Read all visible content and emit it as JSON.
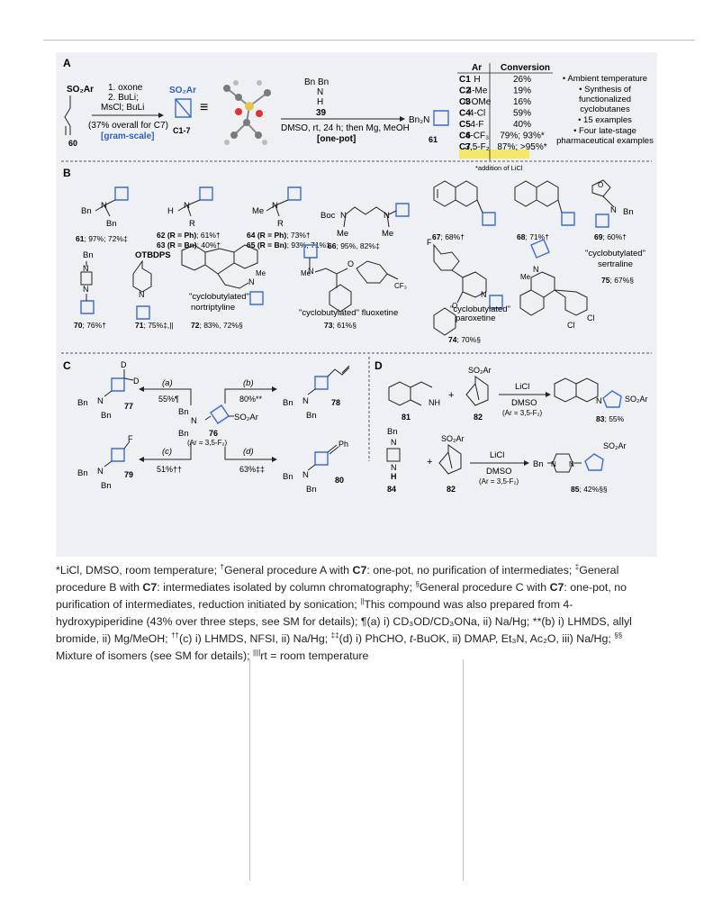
{
  "panelA": {
    "label": "A",
    "sm_text": "SO₂Ar",
    "sm_label": "60",
    "steps": [
      "1. oxone",
      "2. BuLi;",
      "MsCl; BuLi"
    ],
    "yield_note": "(37% overall for C7)",
    "gram_scale": "[gram-scale]",
    "bcb_text": "SO₂Ar",
    "bcb_label": "C1-7",
    "equiv": "≡",
    "amine_top": "Bn   Bn",
    "amine_n": "N",
    "amine_h": "H",
    "amine_label": "39",
    "cond": "DMSO, rt, 24 h; then Mg, MeOH",
    "one_pot": "[one-pot]",
    "prod_text": "Bn₂N",
    "prod_label": "61",
    "table_header": {
      "ar": "Ar",
      "conv": "Conversion"
    },
    "table_rows": [
      {
        "c": "C1",
        "ar": "H",
        "conv": "26%"
      },
      {
        "c": "C2",
        "ar": "4-Me",
        "conv": "19%"
      },
      {
        "c": "C3",
        "ar": "4-OMe",
        "conv": "16%"
      },
      {
        "c": "C4",
        "ar": "4-Cl",
        "conv": "59%"
      },
      {
        "c": "C5",
        "ar": "4-F",
        "conv": "40%"
      },
      {
        "c": "C6",
        "ar": "4-CF₃",
        "conv": "79%; 93%*"
      },
      {
        "c": "C7",
        "ar": "3,5-F₂",
        "conv": "87%; >95%*"
      }
    ],
    "table_note": "*addition of LiCl",
    "bullets": [
      "• Ambient temperature",
      "• Synthesis of",
      "functionalized",
      "cyclobutanes",
      "• 15 examples",
      "• Four late-stage",
      "pharmaceutical examples"
    ]
  },
  "panelB": {
    "label": "B",
    "row1": [
      {
        "txt1": "Bn",
        "txt2": "Bn",
        "cap_num": "61",
        "cap": "; 97%; 72%‡"
      },
      {
        "txt1": "H",
        "txt2": "R",
        "cap_num": "62 (R = Ph)",
        "cap": "; 61%†",
        "cap2_num": "63 (R = Bn)",
        "cap2": "; 40%†"
      },
      {
        "txt1": "Me",
        "txt2": "R",
        "cap_num": "64 (R = Ph)",
        "cap": "; 73%†",
        "cap2_num": "65 (R = Bn)",
        "cap2": "; 93%, 71%‡"
      },
      {
        "txt1": "Boc",
        "txt2": "Me",
        "txt3": "Me",
        "cap_num": "66",
        "cap": "; 95%, 82%‡"
      },
      {
        "cap_num": "67",
        "cap": "; 68%†"
      },
      {
        "cap_num": "68",
        "cap": "; 71%†"
      },
      {
        "txt1": "O",
        "txt2": "Bn",
        "cap_num": "69",
        "cap": "; 60%†"
      }
    ],
    "row2": [
      {
        "txt1": "Bn",
        "cap_num": "70",
        "cap": "; 76%†"
      },
      {
        "txt1": "OTBDPS",
        "cap_num": "71",
        "cap": "; 75%‡,||"
      },
      {
        "name": "\"cyclobutylated\"",
        "name2": "nortriptyline",
        "me": "Me",
        "cap_num": "72",
        "cap": "; 83%, 72%§"
      },
      {
        "name": "\"cyclobutylated\" fluoxetine",
        "me": "Me",
        "cf3": "CF₃",
        "o": "O",
        "cap_num": "73",
        "cap": "; 61%§"
      },
      {
        "name": "\"cyclobutylated\"",
        "name2": "paroxetine",
        "f": "F",
        "o": "O",
        "cap_num": "74",
        "cap": "; 70%§"
      },
      {
        "name": "\"cyclobutylated\"",
        "name2": "sertraline",
        "me": "Me",
        "cl1": "Cl",
        "cl2": "Cl",
        "cap_num": "75",
        "cap": "; 67%§"
      }
    ]
  },
  "panelC": {
    "label": "C",
    "center_n": "N",
    "center_bn1": "Bn",
    "center_bn2": "Bn",
    "center_label": "76",
    "center_ar": "(Ar = 3,5-F₂)",
    "center_so2ar": "SO₂Ar",
    "a": "(a)",
    "a_yield": "55%¶",
    "b": "(b)",
    "b_yield": "80%**",
    "c": "(c)",
    "c_yield": "51%††",
    "d": "(d)",
    "d_yield": "63%‡‡",
    "p77": "77",
    "p78": "78",
    "p79": "79",
    "p80": "80",
    "d_text": "D",
    "f_text": "F",
    "ph_text": "Ph"
  },
  "panelD": {
    "label": "D",
    "r81": "81",
    "nh": "NH",
    "plus": "+",
    "r82": "82",
    "so2ar": "SO₂Ar",
    "licl": "LiCl",
    "dmso": "DMSO",
    "ar_note": "(Ar = 3,5-F₂)",
    "p83": "83",
    "p83_yield": "; 55%",
    "r84": "84",
    "bn": "Bn",
    "n": "N",
    "h": "H",
    "p85": "85",
    "p85_yield": "; 42%§§"
  },
  "caption": {
    "p1": "*LiCl, DMSO, room temperature; ",
    "p2": "General procedure A with ",
    "c7": "C7",
    "p3": ": one-pot, no purification of intermediates; ",
    "p4": "General procedure B with ",
    "p5": ": intermediates isolated by column chromatography; ",
    "p6": "General procedure C with ",
    "p7": ": one-pot, no purification of intermediates, reduction initiated by sonication; ",
    "p8": "This compound was also prepared from 4-hydroxypiperidine (43% over three steps, see SM for details); ",
    "p9": "(a) i) CD₃OD/CD₃ONa, ii) Na/Hg; **(b) i) LHMDS, allyl bromide, ii) Mg/MeOH; ",
    "p10": "(c) i) LHMDS, NFSI, ii) Na/Hg; ",
    "p11": "(d) i) PhCHO, ",
    "tbuok": "t",
    "p12": "-BuOK, ii) DMAP, Et₃N, Ac₂O, iii) Na/Hg; ",
    "p13": " Mixture of isomers (see SM for details); ",
    "p14": "rt = room temperature",
    "dag": "†",
    "ddag": "‡",
    "sect": "§",
    "par": "||",
    "para": "¶",
    "dd": "††",
    "dddag": "‡‡",
    "ss": "§§",
    "pp": "||||"
  }
}
